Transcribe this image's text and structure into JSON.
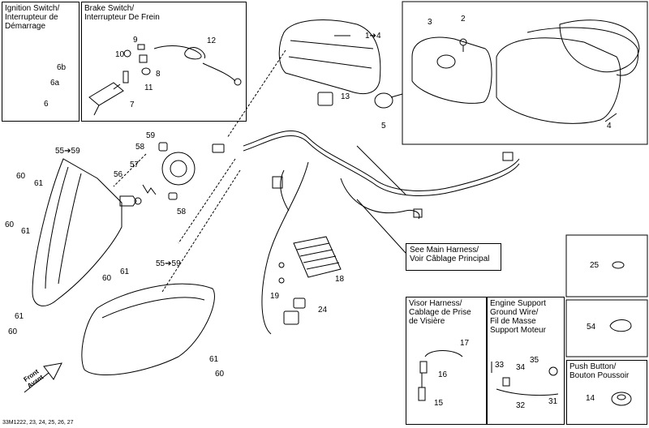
{
  "boxes": {
    "ignition": {
      "title": "Ignition Switch/\nInterrupteur de\nDémarrage"
    },
    "brake": {
      "title": "Brake Switch/\nInterrupteur De Frein"
    },
    "visor": {
      "title": "Visor Harness/\nCablage de Prise\nde Visière"
    },
    "engine_support": {
      "title": "Engine Support\nGround Wire/\nFil de Masse\nSupport Moteur"
    },
    "push_button": {
      "title": "Push Button/\nBouton Poussoir"
    }
  },
  "main_harness_note": "See Main Harness/\nVoir Câblage Principal",
  "front_label": "Front\nAvant",
  "reference": "33M1222, 23, 24, 25, 26, 27",
  "callouts": {
    "c1to4": "1➔4",
    "c2": "2",
    "c3": "3",
    "c4": "4",
    "c5": "5",
    "c6": "6",
    "c6a": "6a",
    "c6b": "6b",
    "c7": "7",
    "c8": "8",
    "c9": "9",
    "c10": "10",
    "c11": "11",
    "c12": "12",
    "c13": "13",
    "c14": "14",
    "c15": "15",
    "c16": "16",
    "c17": "17",
    "c18": "18",
    "c19": "19",
    "c24": "24",
    "c25": "25",
    "c31": "31",
    "c32": "32",
    "c33": "33",
    "c34": "34",
    "c35": "35",
    "c54": "54",
    "c55to59a": "55➔59",
    "c55to59b": "55➔59",
    "c56": "56",
    "c57": "57",
    "c58a": "58",
    "c58b": "58",
    "c59": "59",
    "c60a": "60",
    "c60b": "60",
    "c60c": "60",
    "c60d": "60",
    "c60e": "60",
    "c61a": "61",
    "c61b": "61",
    "c61c": "61",
    "c61d": "61",
    "c61e": "61"
  }
}
